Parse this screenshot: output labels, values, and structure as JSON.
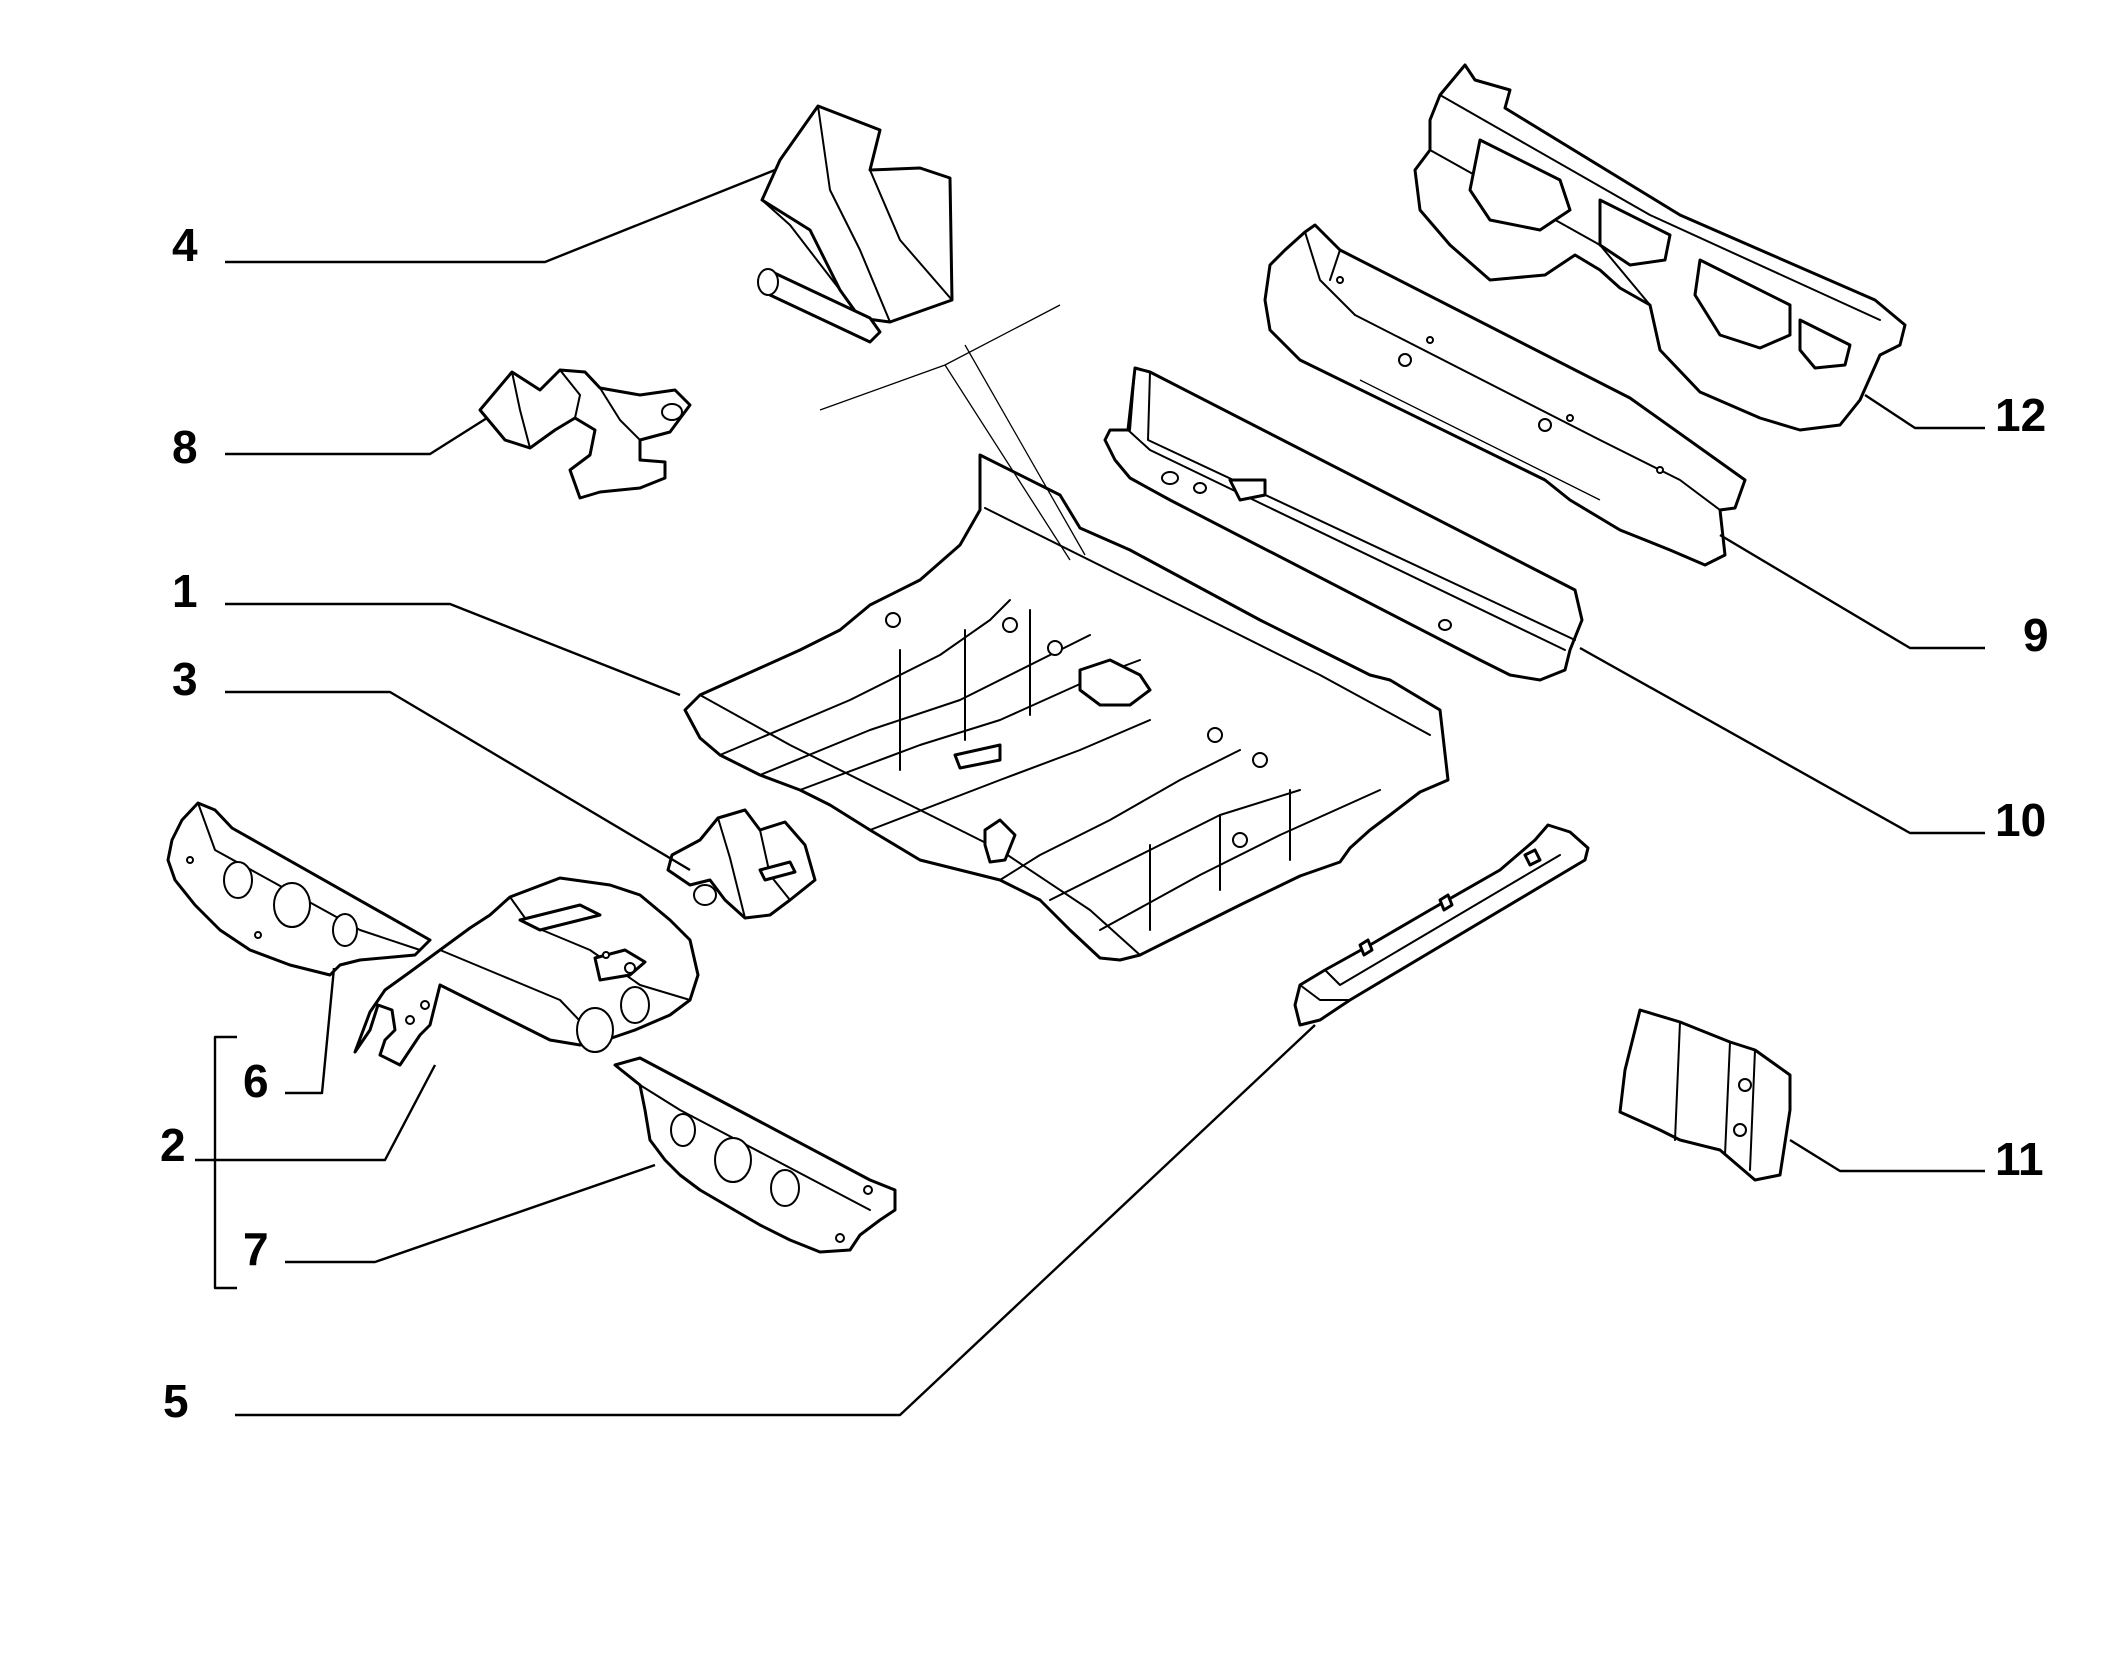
{
  "diagram": {
    "labels": {
      "part_1": "1",
      "part_2": "2",
      "part_3": "3",
      "part_4": "4",
      "part_5": "5",
      "part_6": "6",
      "part_7": "7",
      "part_8": "8",
      "part_9": "9",
      "part_10": "10",
      "part_11": "11",
      "part_12": "12"
    },
    "colors": {
      "line": "#000000",
      "background": "#ffffff"
    }
  }
}
